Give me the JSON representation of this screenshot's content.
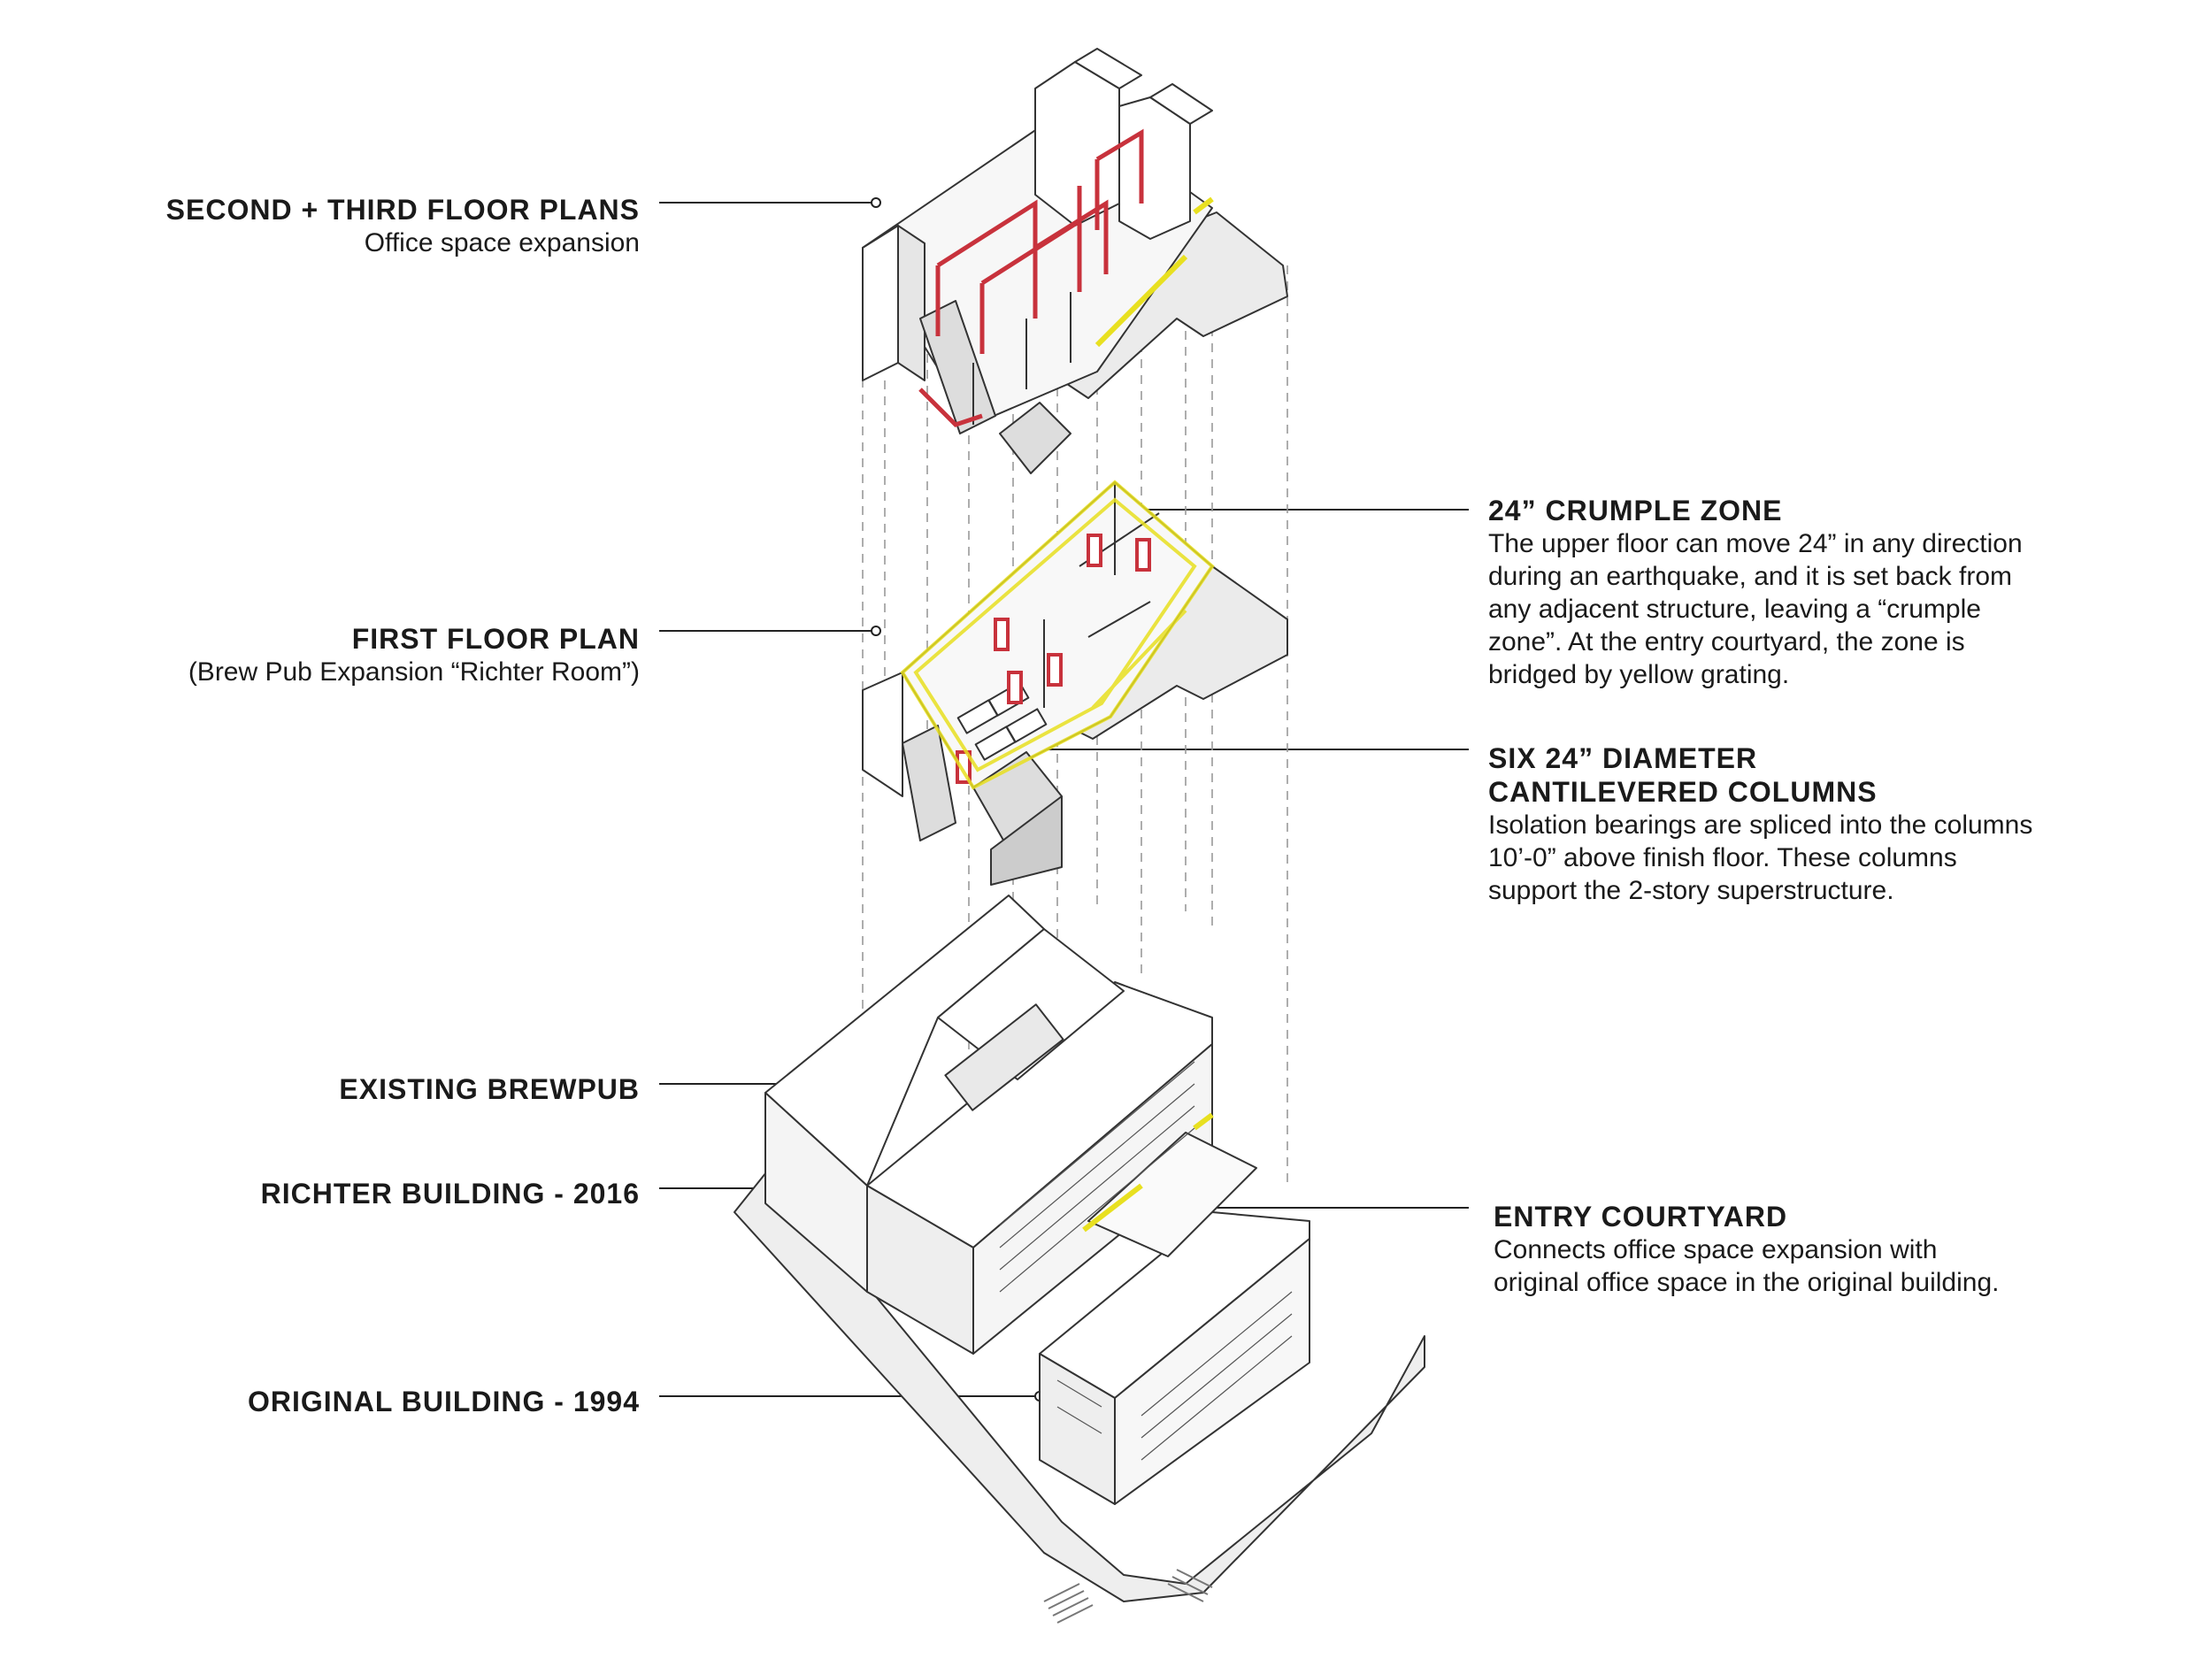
{
  "labels": {
    "second_third": {
      "title": "SECOND + THIRD FLOOR PLANS",
      "lines": [
        "Office space expansion"
      ]
    },
    "first_floor": {
      "title": "FIRST FLOOR PLAN",
      "lines": [
        "(Brew Pub Expansion “Richter Room”)"
      ]
    },
    "existing_brewpub": {
      "title": "EXISTING BREWPUB"
    },
    "richter_building": {
      "title": "RICHTER BUILDING - 2016"
    },
    "original_building": {
      "title": "ORIGINAL BUILDING - 1994"
    },
    "crumple_zone": {
      "title": "24” CRUMPLE ZONE",
      "lines": [
        "The upper floor can move 24” in any direction",
        "during an earthquake, and it is set back from",
        "any adjacent structure, leaving a “crumple",
        "zone”. At the entry courtyard, the zone is",
        "bridged by yellow grating."
      ]
    },
    "columns": {
      "title_lines": [
        "SIX 24” DIAMETER",
        "CANTILEVERED COLUMNS"
      ],
      "lines": [
        "Isolation bearings are spliced into the columns",
        "10’-0” above finish floor.  These columns",
        "support the 2-story superstructure."
      ]
    },
    "entry_courtyard": {
      "title": "ENTRY COURTYARD",
      "lines": [
        "Connects office space expansion with",
        "original office space in the original building."
      ]
    }
  },
  "colors": {
    "line": "#333333",
    "accent_red": "#c8323c",
    "accent_yellow": "#e8e020",
    "fill_grey": "#ebebeb"
  }
}
